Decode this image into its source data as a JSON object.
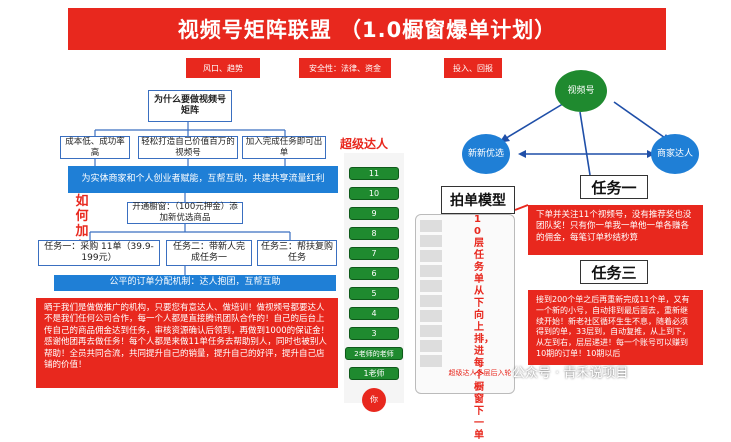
{
  "title": "视频号矩阵联盟 （1.0橱窗爆单计划）",
  "tags": [
    "风口、趋势",
    "安全性：法律、资金",
    "投入、回报"
  ],
  "why": "为什么要做视频号矩阵",
  "reasons": [
    "成本低、成功率高",
    "轻松打造自己价值百万的视频号",
    "加入完成任务即可出单"
  ],
  "empower": "为实体商家和个人创业者赋能，互帮互助，共建共享流量红利",
  "join_label": "如何加入",
  "join_step": "开通橱窗：（100元押金）添加新优选商品",
  "tasks": [
    "任务一：采购 11单（39.9-199元）",
    "任务二：带新人完成任务一",
    "任务三：帮扶复购任务"
  ],
  "fair": "公平的订单分配机制：达人抱团，互帮互助",
  "bottom_red": "晒于我们是做做推广的机构，只要您有意达人、做培训！做视频号都要达人不是我们任何公司合作，每一个人都是直接腾讯团队合作的！自己的后台上传自己的商品佣金达到任务，审核资源确认后领到，再做到1000的保证金！感谢他团再去做任务！每个人都是来做11单任务去帮助别人，同时也被别人帮助！全员共同合流，共同提升自己的销量，提升自己的好评，提升自己店铺的价值！",
  "super_label": "超级达人",
  "ladder": [
    "11",
    "10",
    "9",
    "8",
    "7",
    "6",
    "5",
    "4",
    "3",
    "2老师的老师",
    "1老师",
    "你"
  ],
  "model_title": "拍单模型",
  "model_text": "10层任务单从下向上排，进每个橱窗下一单",
  "model_foot": "超级达人多层后入轮",
  "nodes": [
    "视频号",
    "新新优选",
    "商家达人"
  ],
  "task1_title": "任务一",
  "task1_text": "下单并关注11个视频号，没有推荐奖也没团队奖！只有你一单我一单他一单各赚各的佣金，每笔订单秒结秒算",
  "task3_title": "任务三",
  "task3_text": "接到200个单之后再重新完成11个单，又有一个新的小号，自动排到最后面去，重新继续开始！新老社区循环生生不息，随着必须得到的单，33层到，自动复推，从上到下，从左到右，层层递进！每一个账号可以赚到10期的订单！10期以后",
  "watermark": "公众号 · 青禾说项目"
}
